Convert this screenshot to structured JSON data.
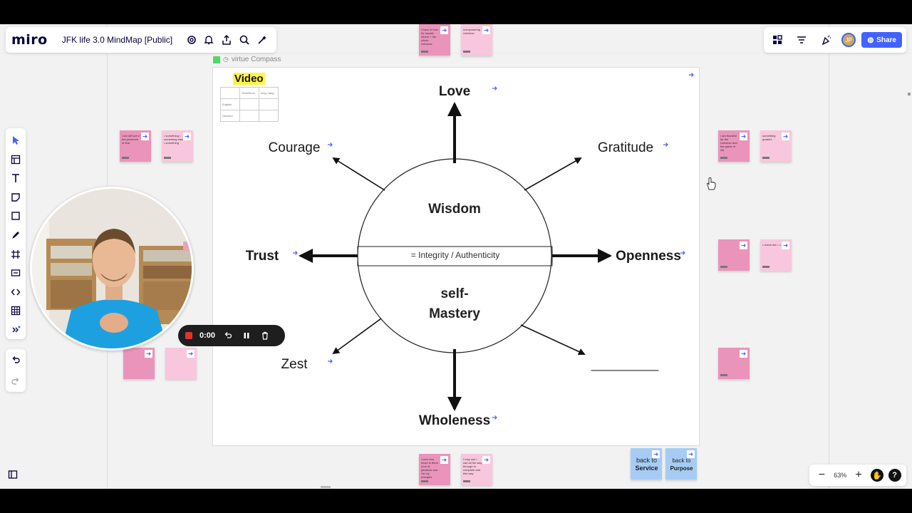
{
  "header": {
    "logo": "miro",
    "board_title": "JFK life 3.0 MindMap [Public]",
    "icons": [
      "settings-icon",
      "bell-icon",
      "export-icon",
      "search-icon",
      "magic-icon"
    ]
  },
  "top_right": {
    "avatar_initials": "JP",
    "share_label": "Share"
  },
  "frame": {
    "label": "virtue Compass",
    "video_label": "Video",
    "table": [
      [
        "",
        "Short/Kurz",
        "long / lang"
      ],
      [
        "English",
        "",
        ""
      ],
      [
        "Deutsch",
        "",
        ""
      ]
    ]
  },
  "compass": {
    "north": "Love",
    "north_east": "Gratitude",
    "east": "Openness",
    "south_east": "__________",
    "south": "Wholeness",
    "south_west": "Zest",
    "west": "Trust",
    "north_west": "Courage",
    "center_top": "Wisdom",
    "center_middle": "= Integrity / Authenticity",
    "center_bottom_1": "self-",
    "center_bottom_2": "Mastery"
  },
  "stickies": {
    "top_1": "I have of love for myself, others + the whole Universe",
    "top_2": "overpowering Universe",
    "left_1": "I am still act in the presence of fear",
    "left_2": "• something • something else • something",
    "right_1": "I am thankful for the Universe and the game of life.",
    "right_2": "something grateful",
    "right_4": "• check list • • •",
    "bottom_1": "I love how much is there a lot of pleasure and I'm my energies tested & revise",
    "bottom_2": "I may use I can all the way through to complete and this way",
    "back_service_1": "back to",
    "back_service_2": "Service",
    "back_purpose_1": "back to",
    "back_purpose_2": "Purpose"
  },
  "recorder": {
    "time": "0:00"
  },
  "zoom": {
    "level": "63%",
    "minus": "−",
    "plus": "+",
    "help": "?"
  },
  "colors": {
    "brand": "#4262ff",
    "sticky_pink": "#ea94bb",
    "sticky_light_pink": "#f9c7dd",
    "sticky_blue": "#a6ccf5",
    "video_highlight": "#fef445"
  }
}
